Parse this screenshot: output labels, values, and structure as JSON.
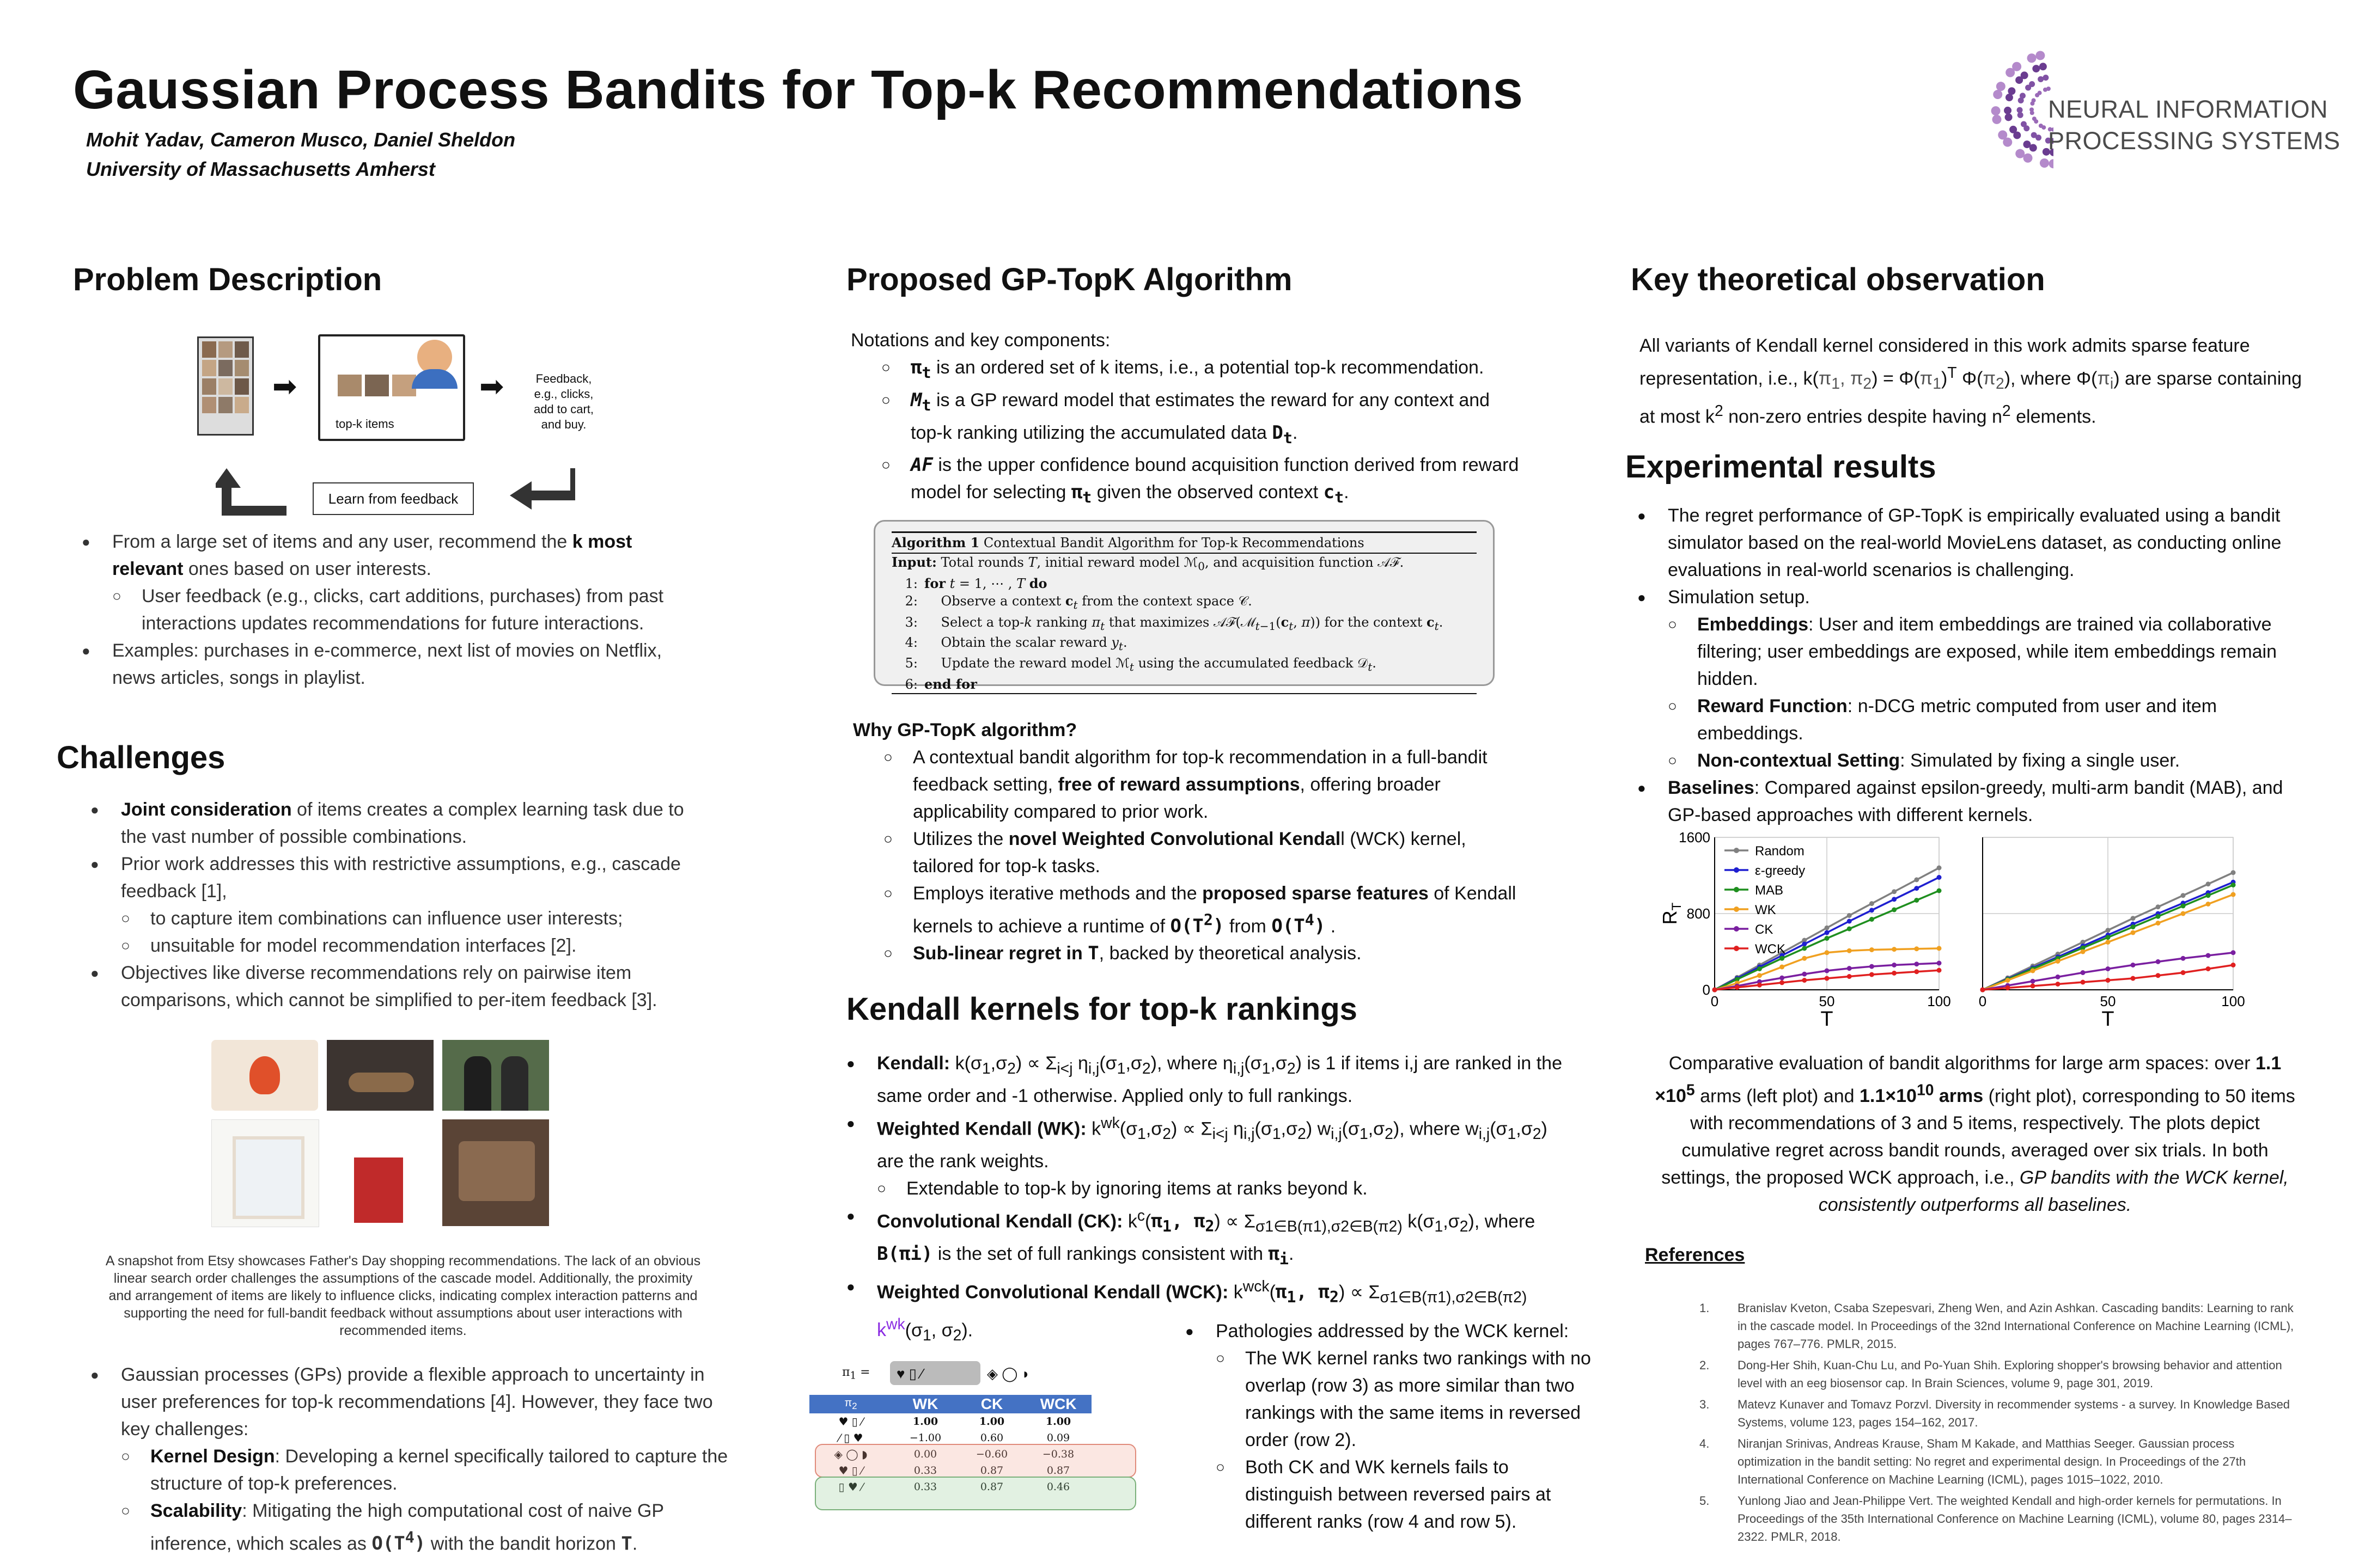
{
  "header": {
    "title": "Gaussian Process Bandits for Top-k Recommendations",
    "authors": "Mohit Yadav, Cameron Musco, Daniel Sheldon",
    "affiliation": "University of Massachusetts Amherst",
    "logo_line1": "NEURAL INFORMATION",
    "logo_line2": "PROCESSING SYSTEMS"
  },
  "problem": {
    "heading": "Problem Description",
    "diagram_topk": "top-k items",
    "diagram_feedback": "Feedback,\ne.g., clicks,\nadd to cart,\nand buy.",
    "diagram_learn": "Learn from feedback"
  },
  "challenges": {
    "heading": "Challenges",
    "caption": "A snapshot from Etsy showcases Father's Day shopping recommendations. The lack of an obvious linear search order challenges the assumptions of the cascade model. Additionally, the proximity and arrangement of items are likely to influence clicks, indicating complex interaction patterns and supporting the need for full-bandit feedback without assumptions about user interactions with recommended items."
  },
  "algorithm": {
    "heading": "Proposed GP-TopK Algorithm",
    "notations": "Notations and key components:",
    "box_title": "Algorithm 1",
    "box_title_rest": "Contextual Bandit Algorithm for Top-k Recommendations",
    "why": "Why GP-TopK algorithm?"
  },
  "kendall": {
    "heading": "Kendall kernels for top-k rankings",
    "pathologies": "Pathologies addressed by the WCK kernel:"
  },
  "kernel_table": {
    "headers": [
      "WK",
      "CK",
      "WCK"
    ],
    "rows": [
      [
        "1.00",
        "1.00",
        "1.00"
      ],
      [
        "−1.00",
        "0.60",
        "0.09"
      ],
      [
        "0.00",
        "−0.60",
        "−0.38"
      ],
      [
        "0.33",
        "0.87",
        "0.87"
      ],
      [
        "0.33",
        "0.87",
        "0.46"
      ]
    ]
  },
  "theory": {
    "heading": "Key theoretical observation"
  },
  "experiments": {
    "heading": "Experimental results",
    "caption_end": "GP bandits with the WCK kernel, consistently outperforms all baselines."
  },
  "references": {
    "heading": "References",
    "items": [
      "Branislav Kveton, Csaba Szepesvari, Zheng Wen, and Azin Ashkan. Cascading bandits: Learning to rank in the cascade model. In Proceedings of the 32nd International Conference on Machine Learning (ICML), pages 767–776. PMLR, 2015.",
      "Dong-Her Shih, Kuan-Chu Lu, and Po-Yuan Shih. Exploring shopper's browsing behavior and attention level with an eeg biosensor cap. In Brain Sciences, volume 9, page 301, 2019.",
      "Matevz Kunaver and Tomavz Porzvl. Diversity in recommender systems - a survey. In Knowledge Based Systems, volume 123, pages 154–162, 2017.",
      "Niranjan Srinivas, Andreas Krause, Sham M Kakade, and Matthias Seeger. Gaussian process optimization in the bandit setting: No regret and experimental design. In Proceedings of the 27th International Conference on Machine Learning (ICML), pages 1015–1022, 2010.",
      "Yunlong Jiao and Jean-Philippe Vert. The weighted Kendall and high-order kernels for permutations. In Proceedings of the 35th International Conference on Machine Learning (ICML), volume 80, pages 2314–2322. PMLR, 2018."
    ]
  },
  "chart_data": [
    {
      "type": "line",
      "title": "",
      "xlabel": "T",
      "ylabel": "R_T",
      "xlim": [
        0,
        100
      ],
      "ylim": [
        0,
        1600
      ],
      "xticks": [
        0,
        50,
        100
      ],
      "yticks": [
        0,
        800,
        1600
      ],
      "grid": true,
      "legend": "top-left",
      "x": [
        0,
        10,
        20,
        30,
        40,
        50,
        60,
        70,
        80,
        90,
        100
      ],
      "series": [
        {
          "name": "Random",
          "color": "#808080",
          "values": [
            0,
            130,
            260,
            390,
            520,
            650,
            780,
            905,
            1030,
            1155,
            1280
          ]
        },
        {
          "name": "ε-greedy",
          "color": "#1f1fd0",
          "values": [
            0,
            120,
            240,
            360,
            480,
            600,
            720,
            835,
            950,
            1065,
            1180
          ]
        },
        {
          "name": "MAB",
          "color": "#1f8f1f",
          "values": [
            0,
            110,
            220,
            330,
            435,
            540,
            640,
            740,
            840,
            940,
            1040
          ]
        },
        {
          "name": "WK",
          "color": "#f0a020",
          "values": [
            0,
            70,
            150,
            240,
            330,
            390,
            410,
            420,
            425,
            430,
            435
          ]
        },
        {
          "name": "CK",
          "color": "#7a1fa0",
          "values": [
            0,
            40,
            85,
            125,
            165,
            200,
            225,
            245,
            260,
            270,
            280
          ]
        },
        {
          "name": "WCK",
          "color": "#e02020",
          "values": [
            0,
            25,
            50,
            75,
            100,
            120,
            140,
            160,
            175,
            190,
            205
          ]
        }
      ]
    },
    {
      "type": "line",
      "title": "",
      "xlabel": "T",
      "ylabel": "",
      "xlim": [
        0,
        100
      ],
      "ylim": [
        0,
        1600
      ],
      "xticks": [
        0,
        50,
        100
      ],
      "grid": true,
      "x": [
        0,
        10,
        20,
        30,
        40,
        50,
        60,
        70,
        80,
        90,
        100
      ],
      "series": [
        {
          "name": "Random",
          "color": "#808080",
          "values": [
            0,
            125,
            250,
            375,
            500,
            625,
            750,
            870,
            990,
            1110,
            1230
          ]
        },
        {
          "name": "ε-greedy",
          "color": "#1f1fd0",
          "values": [
            0,
            115,
            230,
            345,
            460,
            575,
            690,
            800,
            910,
            1020,
            1130
          ]
        },
        {
          "name": "MAB",
          "color": "#1f8f1f",
          "values": [
            0,
            110,
            220,
            330,
            440,
            550,
            660,
            770,
            880,
            990,
            1100
          ]
        },
        {
          "name": "WK",
          "color": "#f0a020",
          "values": [
            0,
            100,
            200,
            300,
            400,
            500,
            600,
            700,
            800,
            900,
            1000
          ]
        },
        {
          "name": "CK",
          "color": "#7a1fa0",
          "values": [
            0,
            45,
            90,
            135,
            180,
            220,
            260,
            295,
            330,
            360,
            390
          ]
        },
        {
          "name": "WCK",
          "color": "#e02020",
          "values": [
            0,
            20,
            40,
            60,
            80,
            100,
            120,
            150,
            180,
            220,
            260
          ]
        }
      ]
    }
  ]
}
